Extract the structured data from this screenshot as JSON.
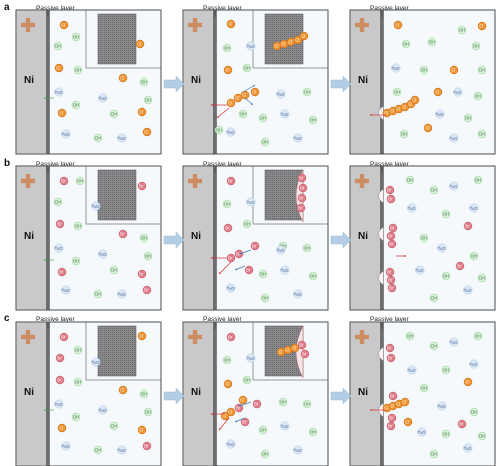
{
  "row_labels": [
    "a",
    "b",
    "c"
  ],
  "passive_label": "Passive layer",
  "metal_label": "Ni",
  "ion_labels": {
    "cl": "Cl",
    "br": "Br",
    "oh": "OH",
    "h2o": "H2O"
  },
  "colors": {
    "cl": "#f0922e",
    "br": "#e07a86",
    "oh": "#8fd08f",
    "h2o": "#a8c8ea",
    "metal": "#c9c9cb",
    "passive": "#6e6e70",
    "arrow": "#b3cde6",
    "plus": "#cd8c62"
  }
}
